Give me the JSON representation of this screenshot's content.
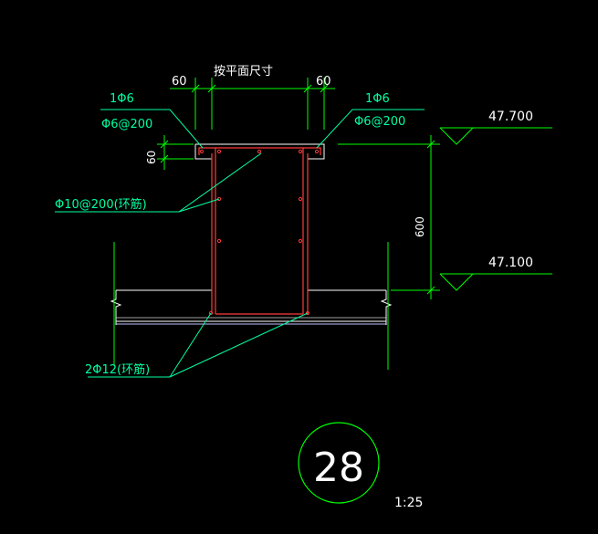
{
  "dimensions": {
    "top_left": "60",
    "top_right": "60",
    "top_center": "按平面尺寸",
    "lip_height": "60",
    "depth": "600"
  },
  "labels": {
    "left_top_bar": "1Φ6",
    "left_stirrup": "Φ6@200",
    "right_top_bar": "1Φ6",
    "right_stirrup": "Φ6@200",
    "ring_bar": "Φ10@200(环筋)",
    "bottom_bar": "2Φ12(环筋)"
  },
  "elevations": {
    "top": "47.700",
    "bottom": "47.100"
  },
  "detail": {
    "number": "28",
    "scale": "1:25"
  },
  "colors": {
    "background": "#000000",
    "outline": "#ffffff",
    "rebar": "#ff3b3b",
    "dimension": "#00ff00",
    "annotation": "#00ffa0"
  }
}
